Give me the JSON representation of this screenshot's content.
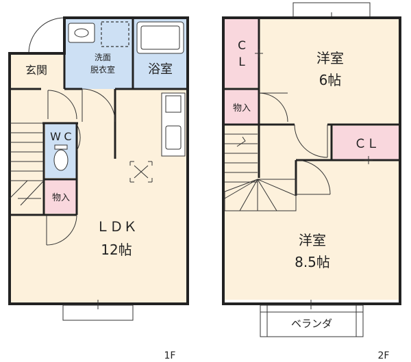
{
  "floors": {
    "first": {
      "label": "1F",
      "rooms": {
        "entrance": "玄関",
        "washroom_line1": "洗面",
        "washroom_line2": "脱衣室",
        "bath": "浴室",
        "wc_line1": "W",
        "wc_line2": "C",
        "storage": "物入",
        "ldk_name": "ＬＤＫ",
        "ldk_size": "12帖"
      }
    },
    "second": {
      "label": "2F",
      "rooms": {
        "closet_top_line1": "C",
        "closet_top_line2": "L",
        "storage": "物入",
        "room_small_name": "洋室",
        "room_small_size": "6帖",
        "closet_mid": "ＣＬ",
        "room_large_name": "洋室",
        "room_large_size": "8.5帖",
        "balcony": "ベランダ"
      }
    }
  },
  "colors": {
    "wall": "#222222",
    "floor_wood": "#fdf1dc",
    "wet_area": "#cde0f4",
    "closet": "#f9d7dd",
    "line": "#333333"
  }
}
